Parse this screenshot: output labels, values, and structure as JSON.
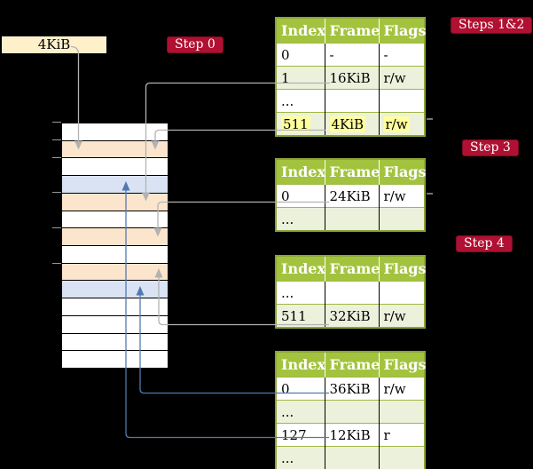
{
  "root_box": {
    "label": "4KiB"
  },
  "labels": {
    "step0": "Step 0",
    "steps12": "Steps 1&2",
    "step3": "Step 3",
    "step4": "Step 4"
  },
  "memory": {
    "rows": [
      {
        "fill": "white"
      },
      {
        "fill": "peach"
      },
      {
        "fill": "white"
      },
      {
        "fill": "blue"
      },
      {
        "fill": "peach"
      },
      {
        "fill": "white"
      },
      {
        "fill": "peach"
      },
      {
        "fill": "white"
      },
      {
        "fill": "peach"
      },
      {
        "fill": "blue"
      },
      {
        "fill": "white"
      },
      {
        "fill": "white"
      },
      {
        "fill": "white"
      },
      {
        "fill": "white"
      }
    ]
  },
  "tables": [
    {
      "label": "Steps 1&2",
      "headers": [
        "Index",
        "Frame",
        "Flags"
      ],
      "rows": [
        [
          "0",
          "-",
          "-"
        ],
        [
          "1",
          "16KiB",
          "r/w"
        ],
        [
          "...",
          "",
          ""
        ],
        [
          "511",
          "4KiB",
          "r/w"
        ]
      ],
      "highlight_row": 3
    },
    {
      "label": "Step 3",
      "headers": [
        "Index",
        "Frame",
        "Flags"
      ],
      "rows": [
        [
          "0",
          "24KiB",
          "r/w"
        ],
        [
          "...",
          "",
          ""
        ]
      ]
    },
    {
      "label": "Step 4",
      "headers": [
        "Index",
        "Frame",
        "Flags"
      ],
      "rows": [
        [
          "...",
          "",
          ""
        ],
        [
          "511",
          "32KiB",
          "r/w"
        ]
      ]
    },
    {
      "label": "",
      "headers": [
        "Index",
        "Frame",
        "Flags"
      ],
      "rows": [
        [
          "0",
          "36KiB",
          "r/w"
        ],
        [
          "...",
          "",
          ""
        ],
        [
          "127",
          "12KiB",
          "r"
        ],
        [
          "...",
          "",
          ""
        ]
      ]
    }
  ],
  "arrows": [
    {
      "from": "root 4KiB pointer box",
      "to": "memory frame 4KiB",
      "color": "gray"
    },
    {
      "from": "table-steps-1-2 entry 1 (16KiB)",
      "to": "memory frame 16KiB",
      "color": "gray"
    },
    {
      "from": "table-steps-1-2 entry 511 (4KiB)",
      "to": "memory frame 4KiB",
      "color": "gray"
    },
    {
      "from": "table-step-3 entry 0 (24KiB)",
      "to": "memory frame 24KiB",
      "color": "gray"
    },
    {
      "from": "table-step-4 entry 511 (32KiB)",
      "to": "memory frame 32KiB",
      "color": "gray"
    },
    {
      "from": "final table entry 0 (36KiB)",
      "to": "memory frame 36KiB",
      "color": "blue"
    },
    {
      "from": "final table entry 127 (12KiB)",
      "to": "memory frame 12KiB",
      "color": "blue"
    }
  ],
  "colors": {
    "background": "#000000",
    "table_header_green": "#a3c33e",
    "table_border_olive": "#8ca438",
    "table_row_shade": "#ecf1dc",
    "memory_peach": "#fce5cd",
    "memory_blue": "#dae3f3",
    "highlight_yellow": "#ffff9d",
    "label_red": "#b01031",
    "root_box_cream": "#fdf0cb",
    "arrow_gray": "#b2b2b2",
    "arrow_blue": "#5179b0"
  }
}
